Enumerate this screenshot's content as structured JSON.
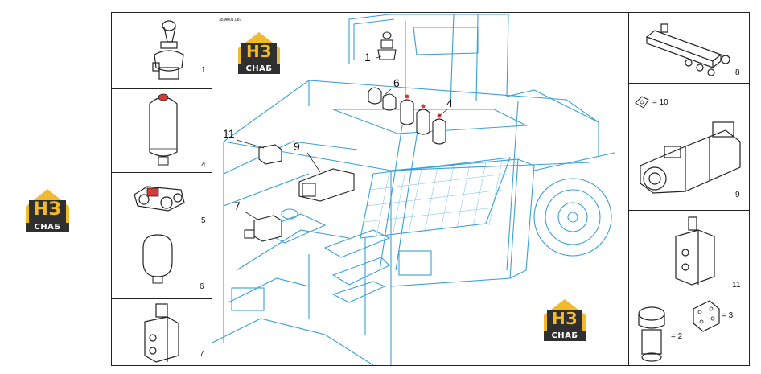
{
  "drawing_ref": "35.A001.087",
  "brand": {
    "text": "СНАБ",
    "mark": "НЗ",
    "color_orange": "#f1b92c",
    "color_dark": "#2f2f2f"
  },
  "left_panels": [
    {
      "num": "1"
    },
    {
      "num": "4"
    },
    {
      "num": "5"
    },
    {
      "num": "6"
    },
    {
      "num": "7"
    }
  ],
  "right_panels": [
    {
      "num": "8"
    },
    {
      "eq_label": "= 10",
      "num": "9"
    },
    {
      "num": "11"
    },
    {
      "eq2": "= 2",
      "eq3": "= 3"
    }
  ],
  "callouts": {
    "c1": "1",
    "c6": "6",
    "c4": "4",
    "c11": "11",
    "c9": "9",
    "c7": "7"
  },
  "colors": {
    "line": "#3aa0d8",
    "frame": "#222222"
  }
}
